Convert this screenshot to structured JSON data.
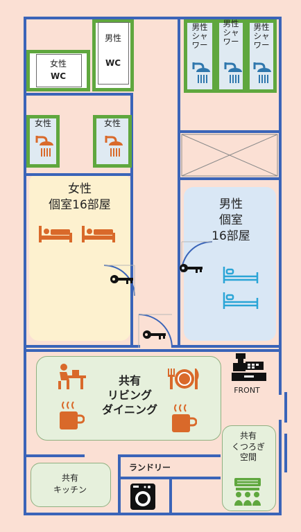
{
  "labels": {
    "men": "男性",
    "women": "女性",
    "wc": "WC",
    "shower_vertical": [
      "男",
      "性",
      "シ",
      "ャ",
      "ワ",
      "ー"
    ],
    "women_rooms": [
      "女性",
      "個室16部屋"
    ],
    "men_rooms": [
      "男性",
      "個室",
      "16部屋"
    ],
    "living": [
      "共有",
      "リビング",
      "ダイニング"
    ],
    "front": "FRONT",
    "lounge": [
      "共有",
      "くつろ",
      "ぎ",
      "空間"
    ],
    "laundry": "ランドリー",
    "kitchen": [
      "共有",
      "キッチン"
    ]
  },
  "colors": {
    "wall": "#3a64b8",
    "green_border": "#5fa73e",
    "orange_icon": "#d9692a",
    "blue_icon": "#2aa5d6",
    "shower_blue": "#2f77ad",
    "women_room_bg": "#fdf1cf",
    "men_room_bg": "#d9e7f5",
    "floor_bg": "#fbe0d4"
  },
  "icons": [
    "key-icon",
    "bed-icon",
    "shower-icon",
    "cash-register-icon",
    "fork-knife-plate-icon",
    "coffee-cup-icon",
    "person-at-desk-icon",
    "washing-machine-icon",
    "sofa-people-icon"
  ]
}
